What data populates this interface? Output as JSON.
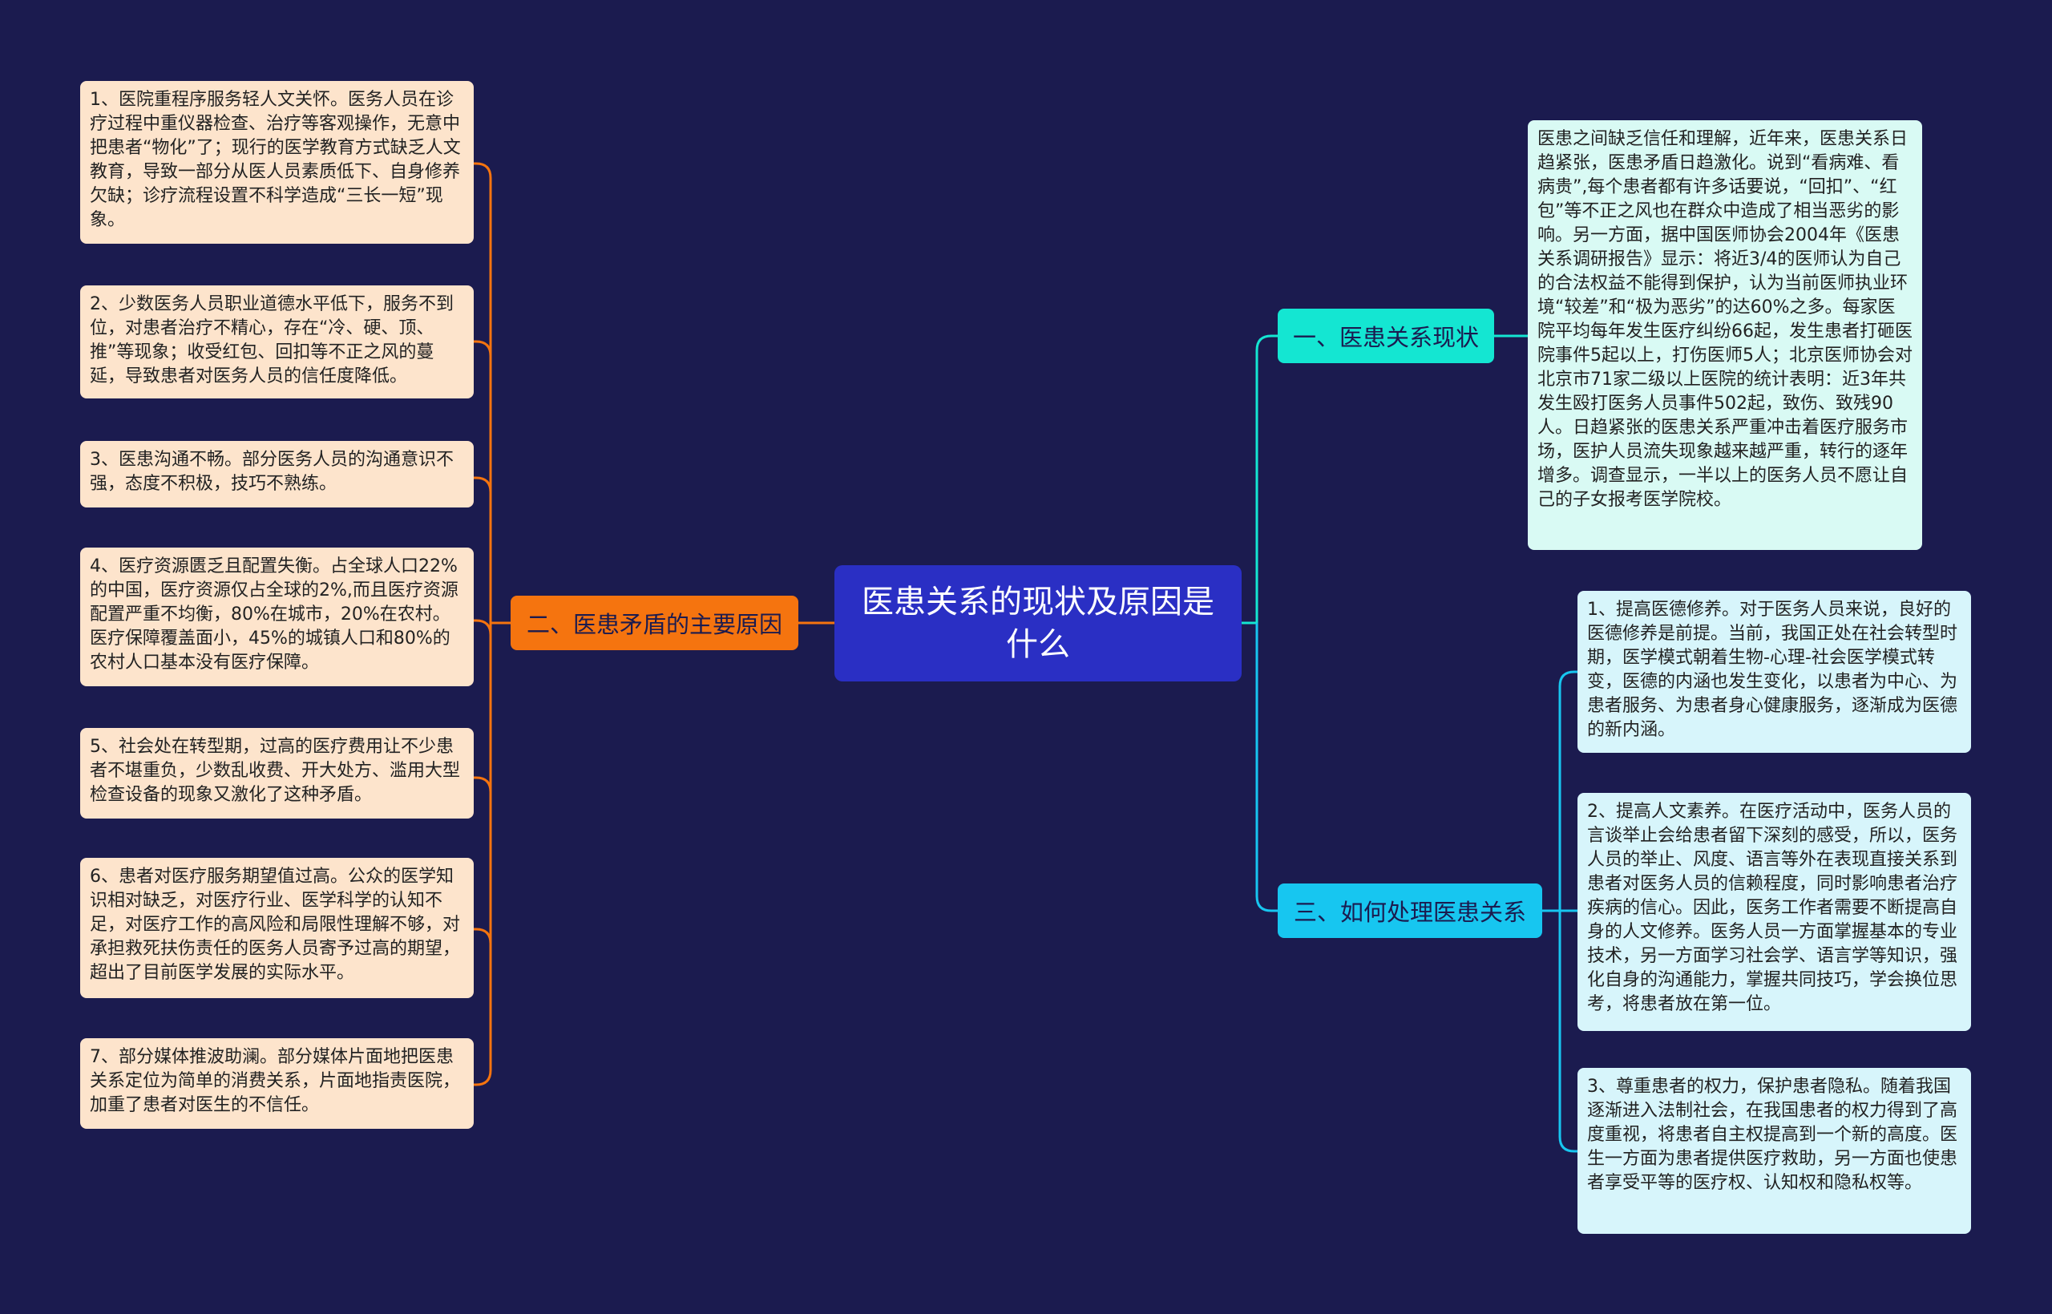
{
  "root": {
    "title": "医患关系的现状及原因是什么"
  },
  "branches": {
    "causes": {
      "label": "二、医患矛盾的主要原因",
      "color": "#f5740f",
      "items": [
        "1、医院重程序服务轻人文关怀。医务人员在诊疗过程中重仪器检查、治疗等客观操作，无意中把患者“物化”了；现行的医学教育方式缺乏人文教育，导致一部分从医人员素质低下、自身修养欠缺；诊疗流程设置不科学造成“三长一短”现象。",
        "2、少数医务人员职业道德水平低下，服务不到位，对患者治疗不精心，存在“冷、硬、顶、推”等现象；收受红包、回扣等不正之风的蔓延，导致患者对医务人员的信任度降低。",
        "3、医患沟通不畅。部分医务人员的沟通意识不强，态度不积极，技巧不熟练。",
        "4、医疗资源匮乏且配置失衡。占全球人口22%的中国，医疗资源仅占全球的2%,而且医疗资源配置严重不均衡，80%在城市，20%在农村。医疗保障覆盖面小，45%的城镇人口和80%的农村人口基本没有医疗保障。",
        "5、社会处在转型期，过高的医疗费用让不少患者不堪重负，少数乱收费、开大处方、滥用大型检查设备的现象又激化了这种矛盾。",
        "6、患者对医疗服务期望值过高。公众的医学知识相对缺乏，对医疗行业、医学科学的认知不足，对医疗工作的高风险和局限性理解不够，对承担救死扶伤责任的医务人员寄予过高的期望，超出了目前医学发展的实际水平。",
        "7、部分媒体推波助澜。部分媒体片面地把医患关系定位为简单的消费关系，片面地指责医院，加重了患者对医生的不信任。"
      ]
    },
    "status": {
      "label": "一、医患关系现状",
      "color": "#14e6d2",
      "items": [
        "医患之间缺乏信任和理解，近年来，医患关系日趋紧张，医患矛盾日趋激化。说到“看病难、看病贵”,每个患者都有许多话要说，“回扣”、“红包”等不正之风也在群众中造成了相当恶劣的影响。另一方面，据中国医师协会2004年《医患关系调研报告》显示：将近3/4的医师认为自己的合法权益不能得到保护，认为当前医师执业环境“较差”和“极为恶劣”的达60%之多。每家医院平均每年发生医疗纠纷66起，发生患者打砸医院事件5起以上，打伤医师5人；北京医师协会对北京市71家二级以上医院的统计表明：近3年共发生殴打医务人员事件502起，致伤、致残90人。日趋紧张的医患关系严重冲击着医疗服务市场，医护人员流失现象越来越严重，转行的逐年增多。调查显示，一半以上的医务人员不愿让自己的子女报考医学院校。"
      ]
    },
    "handling": {
      "label": "三、如何处理医患关系",
      "color": "#17c6f0",
      "items": [
        "1、提高医德修养。对于医务人员来说，良好的医德修养是前提。当前，我国正处在社会转型时期，医学模式朝着生物-心理-社会医学模式转变，医德的内涵也发生变化，以患者为中心、为患者服务、为患者身心健康服务，逐渐成为医德的新内涵。",
        "2、提高人文素养。在医疗活动中，医务人员的言谈举止会给患者留下深刻的感受，所以，医务人员的举止、风度、语言等外在表现直接关系到患者对医务人员的信赖程度，同时影响患者治疗疾病的信心。因此，医务工作者需要不断提高自身的人文修养。医务人员一方面掌握基本的专业技术，另一方面学习社会学、语言学等知识，强化自身的沟通能力，掌握共同技巧，学会换位思考，将患者放在第一位。",
        "3、尊重患者的权力，保护患者隐私。随着我国逐渐进入法制社会，在我国患者的权力得到了高度重视，将患者自主权提高到一个新的高度。医生一方面为患者提供医疗救助，另一方面也使患者享受平等的医疗权、认知权和隐私权等。"
      ]
    }
  }
}
